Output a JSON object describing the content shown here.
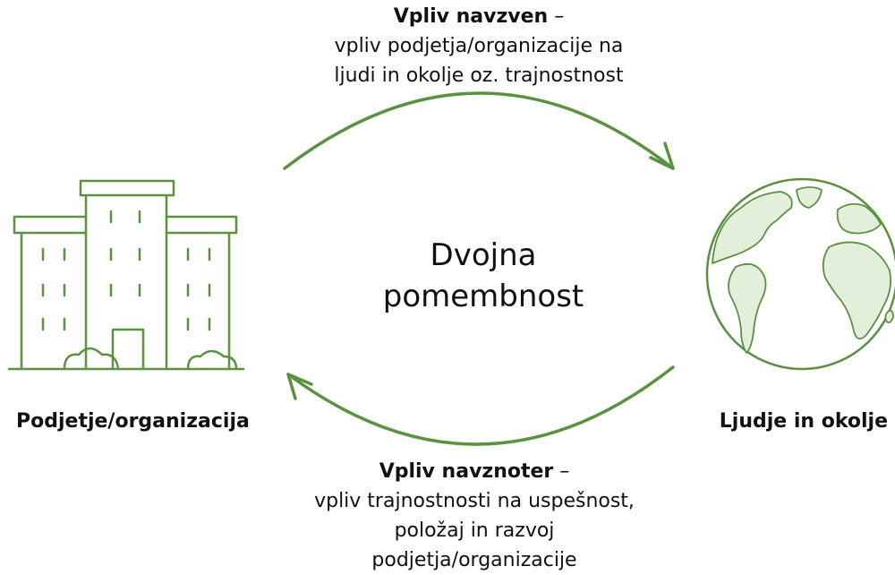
{
  "top_arrow": {
    "title": "Vpliv navzven",
    "dash": " –",
    "line1": "vpliv podjetja/organizacije na",
    "line2": "ljudi in okolje oz. trajnostnost"
  },
  "center": {
    "line1": "Dvojna",
    "line2": "pomembnost"
  },
  "bottom_arrow": {
    "title": "Vpliv navznoter",
    "dash": " –",
    "line1": "vpliv trajnostnosti na uspešnost,",
    "line2": "položaj in razvoj",
    "line3": "podjetja/organizacije"
  },
  "left_node": {
    "label": "Podjetje/organizacija",
    "icon": "building-icon"
  },
  "right_node": {
    "label": "Ljudje in okolje",
    "icon": "globe-icon"
  },
  "colors": {
    "accent": "#5a923f",
    "land": "#e3eedb",
    "text": "#111111"
  }
}
